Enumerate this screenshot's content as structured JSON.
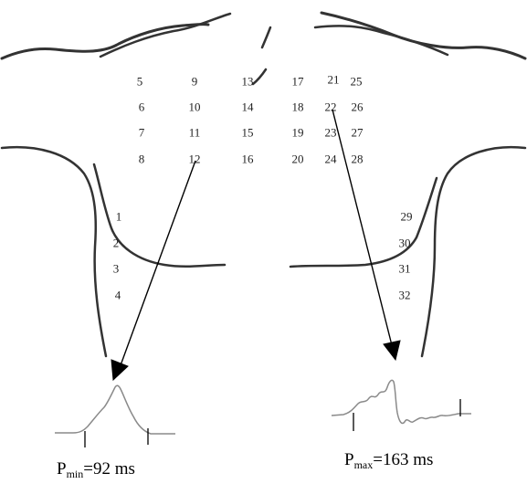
{
  "leads": [
    "1",
    "2",
    "3",
    "4",
    "5",
    "6",
    "7",
    "8",
    "9",
    "10",
    "11",
    "12",
    "13",
    "14",
    "15",
    "16",
    "17",
    "18",
    "19",
    "20",
    "21",
    "22",
    "23",
    "24",
    "25",
    "26",
    "27",
    "28",
    "29",
    "30",
    "31",
    "32"
  ],
  "pointer_min": {
    "from_lead": "12"
  },
  "pointer_max": {
    "from_lead": "22"
  },
  "captions": {
    "min": {
      "main": "P",
      "sub": "min",
      "value": "=92 ms"
    },
    "max": {
      "main": "P",
      "sub": "max",
      "value": "=163 ms"
    }
  },
  "colors": {
    "outline": "#333333",
    "waveform": "#8a8a8a",
    "arrow": "#000000",
    "label": "#222222"
  }
}
